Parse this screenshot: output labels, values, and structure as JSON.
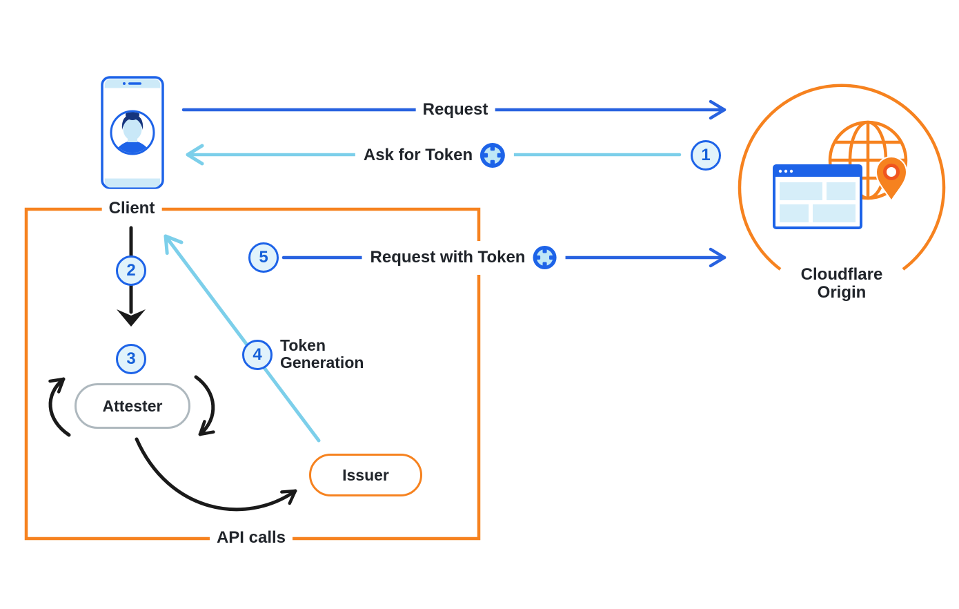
{
  "labels": {
    "client": "Client",
    "request": "Request",
    "ask_for_token": "Ask for Token",
    "request_with_token": "Request with Token",
    "token_generation": "Token\nGeneration",
    "api_calls": "API calls",
    "attester": "Attester",
    "issuer": "Issuer",
    "cloudflare_origin": "Cloudflare\nOrigin"
  },
  "steps": [
    "1",
    "2",
    "3",
    "4",
    "5"
  ],
  "colors": {
    "orange": "#F6821F",
    "blue": "#2862E0",
    "light_blue": "#7CCFEA",
    "badge_fill": "#E1F3FB",
    "badge_border": "#1D63E8",
    "attester_border": "#AEB8BE",
    "text": "#20242A",
    "black_arrow": "#1A1A1A"
  }
}
